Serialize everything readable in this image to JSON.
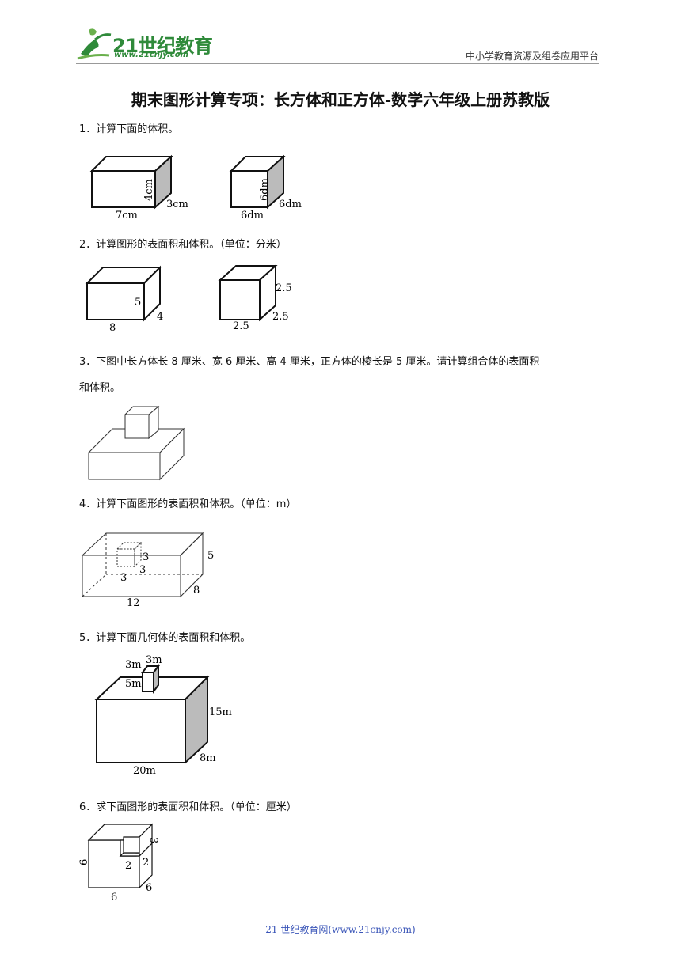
{
  "header": {
    "logo_text": "21世纪教育",
    "logo_url": "www.21cnjy.com",
    "right_text": "中小学教育资源及组卷应用平台"
  },
  "title": "期末图形计算专项：长方体和正方体-数学六年级上册苏教版",
  "questions": [
    {
      "text": "1．计算下面的体积。",
      "fig_a": {
        "h": "4cm",
        "w": "3cm",
        "l": "7cm"
      },
      "fig_b": {
        "h": "6dm",
        "w": "6dm",
        "l": "6dm"
      }
    },
    {
      "text": "2．计算图形的表面积和体积。（单位：分米）",
      "fig_a": {
        "h": "5",
        "w": "4",
        "l": "8"
      },
      "fig_b": {
        "h": "2.5",
        "w": "2.5",
        "l": "2.5"
      }
    },
    {
      "text_line1": "3．下图中长方体长 8 厘米、宽 6 厘米、高 4 厘米，正方体的棱长是 5 厘米。请计算组合体的表面积",
      "text_line2": "和体积。"
    },
    {
      "text": "4．计算下面图形的表面积和体积。（单位：m）",
      "labels": {
        "small_h": "3",
        "small_w": "3",
        "small_l": "3",
        "h": "5",
        "w": "8",
        "l": "12"
      }
    },
    {
      "text": "5．计算下面几何体的表面积和体积。",
      "labels": {
        "small_l": "3m",
        "small_w": "3m",
        "small_h": "5m",
        "h": "15m",
        "w": "8m",
        "l": "20m"
      }
    },
    {
      "text": "6．求下面图形的表面积和体积。（单位：厘米）",
      "labels": {
        "h": "6",
        "l": "6",
        "w": "6",
        "cut_h": "3",
        "cut_w": "2",
        "cut_l": "2"
      }
    }
  ],
  "footer": "21 世纪教育网(www.21cnjy.com)"
}
